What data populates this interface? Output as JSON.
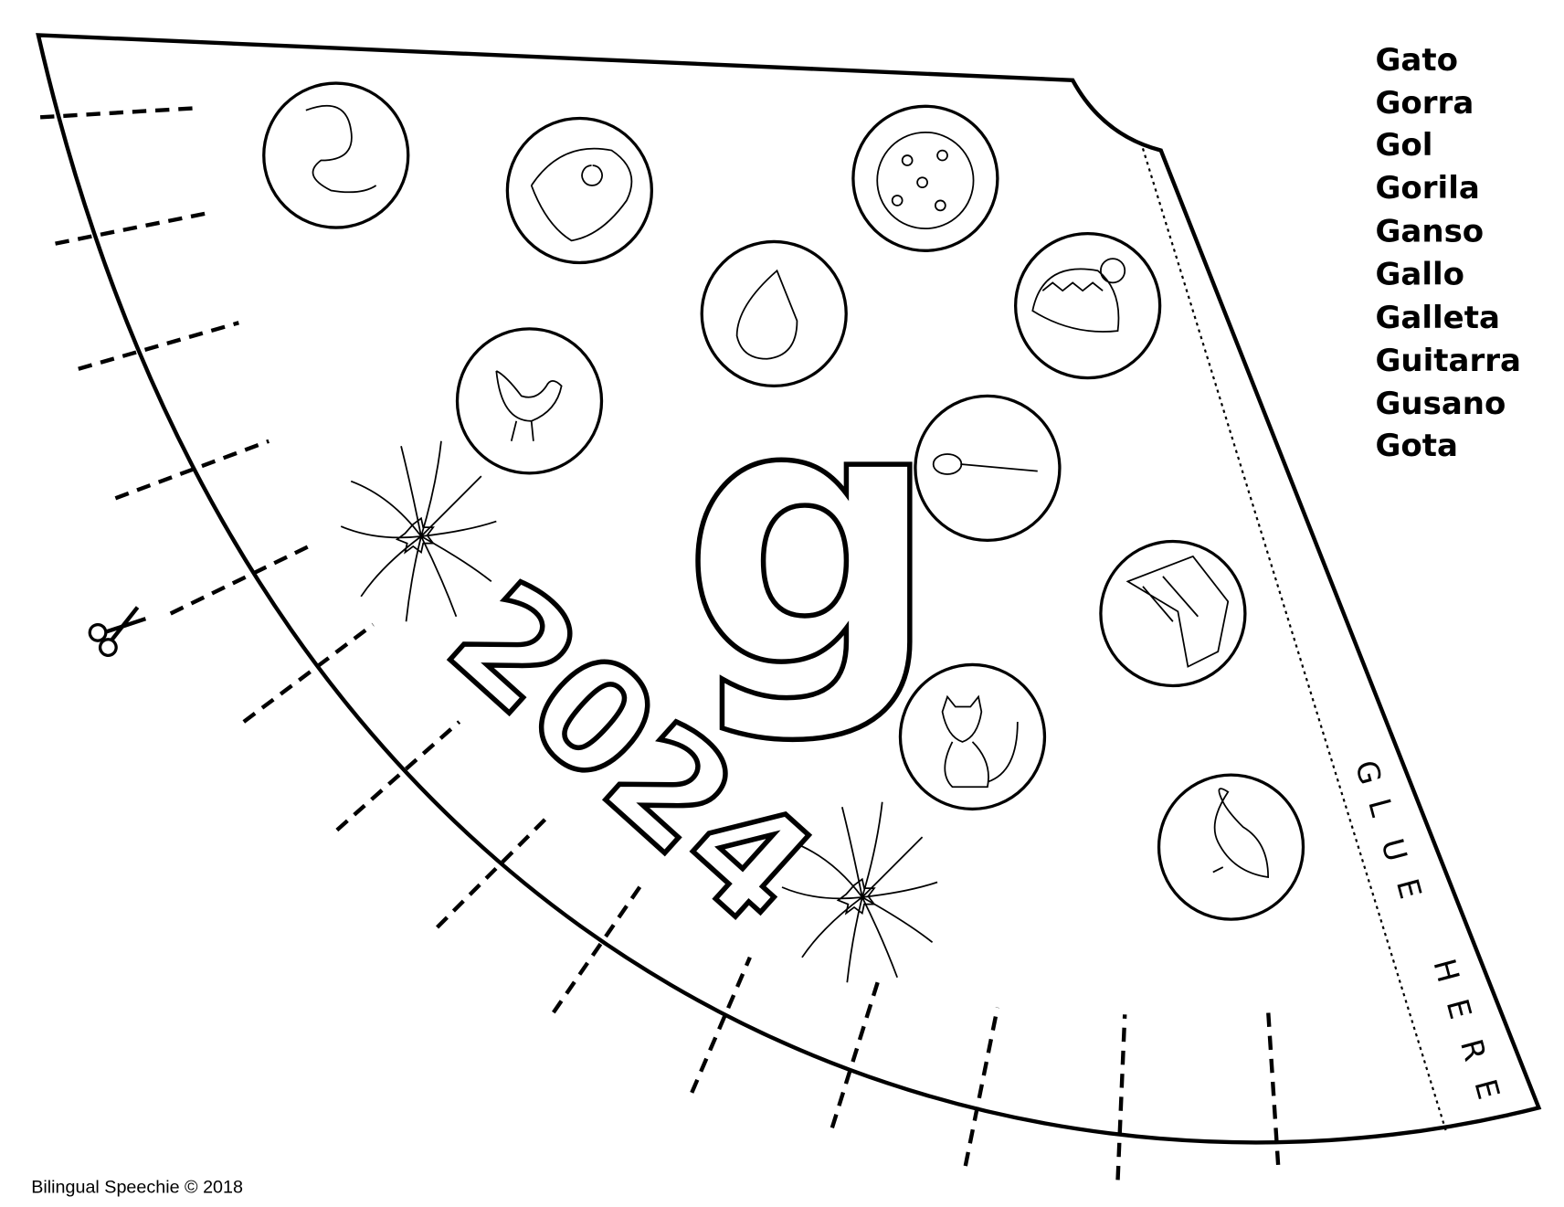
{
  "word_list": [
    "Gato",
    "Gorra",
    "Gol",
    "Gorila",
    "Ganso",
    "Gallo",
    "Galleta",
    "Guitarra",
    "Gusano",
    "Gota"
  ],
  "center_letter": "g",
  "year": "2024",
  "glue_label": {
    "line1": [
      "G",
      "L",
      "U",
      "E"
    ],
    "line2": [
      "H",
      "E",
      "R",
      "E"
    ]
  },
  "footer": "Bilingual Speechie © 2018",
  "pictures": [
    "worm-icon",
    "gorilla-icon",
    "cookie-icon",
    "drop-icon",
    "hat-icon",
    "rooster-icon",
    "guitar-icon",
    "goal-icon",
    "cat-icon",
    "swan-icon"
  ]
}
